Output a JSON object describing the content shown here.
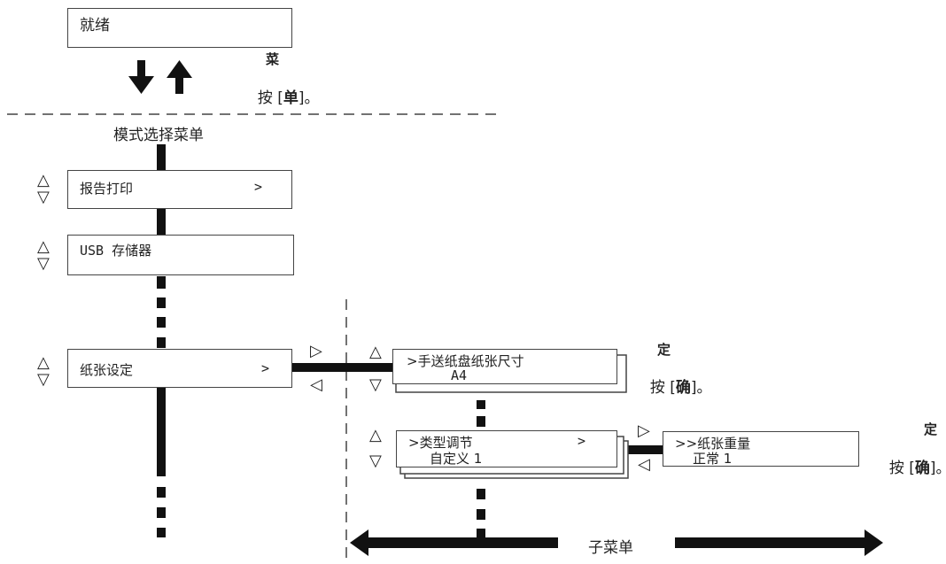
{
  "ready_screen": {
    "text": "就绪"
  },
  "menu_key": {
    "top": "菜",
    "prefix": "按 [",
    "key": "单",
    "suffix": "]。"
  },
  "mode_menu_title": "模式选择菜单",
  "main_items": [
    {
      "label": "报告打印",
      "arrow": ">"
    },
    {
      "label": "USB 存储器",
      "arrow": ""
    },
    {
      "label": "纸张设定",
      "arrow": ">"
    }
  ],
  "sub_items": [
    {
      "line1": ">手送纸盘纸张尺寸",
      "line2": "A4",
      "arrow": ""
    },
    {
      "line1": ">类型调节",
      "line2": "自定义 1",
      "arrow": ">"
    }
  ],
  "subsub_item": {
    "line1": ">>纸张重量",
    "line2": "正常 1"
  },
  "confirm_key": {
    "top": "定",
    "prefix": "按 [",
    "key": "确",
    "suffix": "]。"
  },
  "submenu_label": "子菜单",
  "symbols": {
    "up": "△",
    "down": "▽",
    "right": "▷",
    "left": "◁"
  }
}
